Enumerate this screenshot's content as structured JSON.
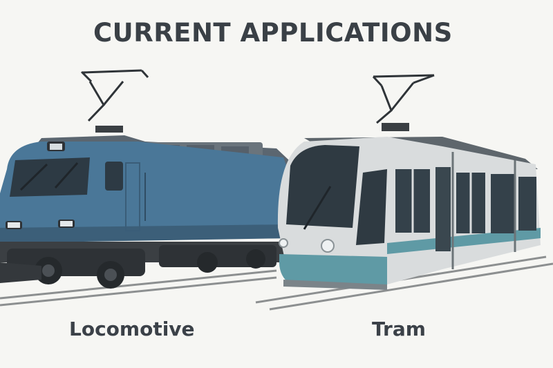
{
  "heading": "CURRENT APPLICATIONS",
  "vehicles": [
    {
      "label": "Locomotive",
      "icon": "electric-locomotive-icon"
    },
    {
      "label": "Tram",
      "icon": "tram-icon"
    }
  ],
  "colors": {
    "background": "#f6f6f3",
    "text": "#3b4148",
    "locomotive_body": "#4a7798",
    "tram_body": "#d9dcdd",
    "tram_accent": "#5f9aa5"
  }
}
